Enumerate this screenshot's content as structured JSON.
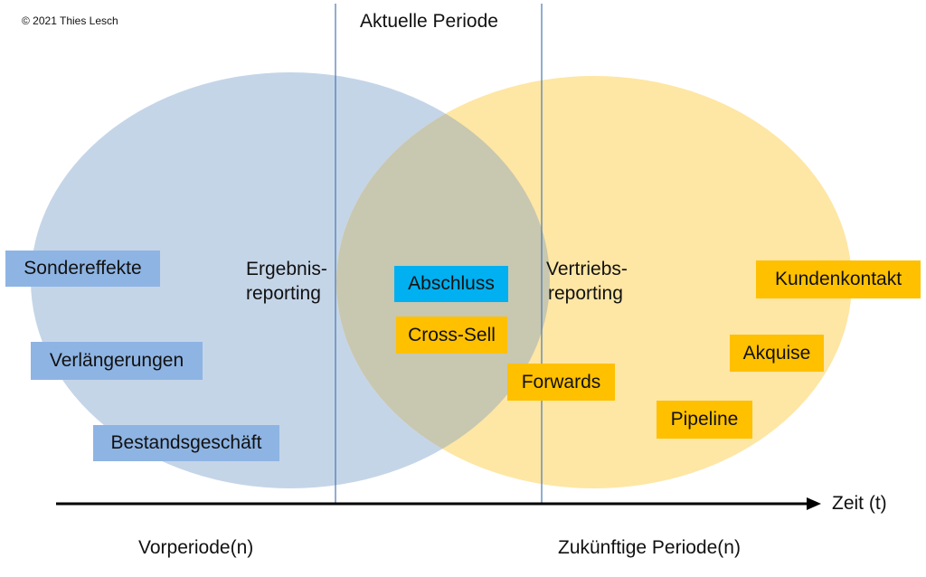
{
  "copyright": "© 2021 Thies Lesch",
  "header": "Aktuelle Periode",
  "left_center_label": [
    "Ergebnis-",
    "reporting"
  ],
  "right_center_label": [
    "Vertriebs-",
    "reporting"
  ],
  "left_boxes": [
    "Sondereffekte",
    "Verlängerungen",
    "Bestandsgeschäft"
  ],
  "center_boxes": [
    "Abschluss",
    "Cross-Sell",
    "Forwards"
  ],
  "right_boxes": [
    "Kundenkontakt",
    "Akquise",
    "Pipeline"
  ],
  "axis_label": "Zeit (t)",
  "bottom_left": "Vorperiode(n)",
  "bottom_right": "Zukünftige Periode(n)",
  "colors": {
    "blue_circle": "#c5d5e8",
    "yellow_circle": "#fee6a4",
    "overlap": "#c8c7b0",
    "blue_box": "#8eb4e3",
    "cyan_box": "#00b0f0",
    "orange_box": "#ffc000",
    "divider": "#4a78b0"
  }
}
